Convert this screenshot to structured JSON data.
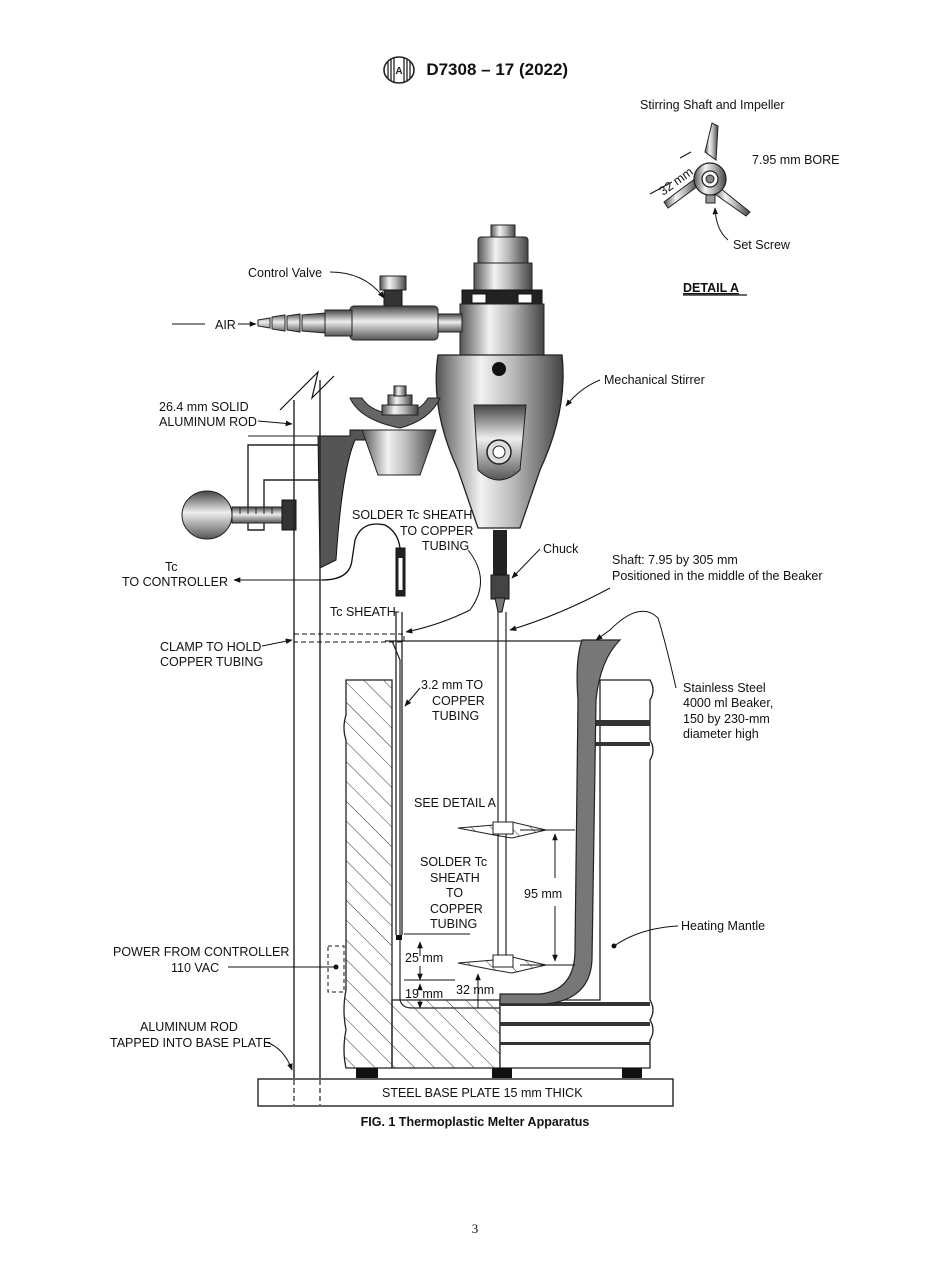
{
  "header": {
    "logo": "astm-logo",
    "doc_id": "D7308 – 17 (2022)"
  },
  "figure": {
    "caption": "FIG. 1 Thermoplastic Melter Apparatus",
    "detail": {
      "title": "Stirring Shaft and Impeller",
      "dim": "32 mm",
      "bore": "7.95 mm BORE",
      "set_screw": "Set Screw",
      "label": "DETAIL A"
    },
    "labels": {
      "control_valve": "Control Valve",
      "air": "AIR",
      "rod_1": "26.4 mm SOLID",
      "rod_2": "ALUMINUM ROD",
      "mech_stirrer": "Mechanical Stirrer",
      "solder_1": "SOLDER Tc SHEATH",
      "solder_2": "TO COPPER",
      "solder_3": "TUBING",
      "tc_1": "Tc",
      "tc_2": "TO CONTROLLER",
      "chuck": "Chuck",
      "shaft_1": "Shaft: 7.95 by 305 mm",
      "shaft_2": "Positioned in the middle of the Beaker",
      "tc_sheath": "Tc SHEATH",
      "clamp_1": "CLAMP TO HOLD",
      "clamp_2": "COPPER TUBING",
      "tube_1": "3.2 mm TO",
      "tube_2": "COPPER",
      "tube_3": "TUBING",
      "beaker_1": "Stainless Steel",
      "beaker_2": "4000 ml Beaker,",
      "beaker_3": "150 by 230-mm",
      "beaker_4": "diameter high",
      "see_detail": "SEE DETAIL A",
      "solder2_1": "SOLDER Tc",
      "solder2_2": "SHEATH",
      "solder2_3": "TO",
      "solder2_4": "COPPER",
      "solder2_5": "TUBING",
      "dim_95": "95 mm",
      "heating_mantle": "Heating Mantle",
      "power_1": "POWER FROM CONTROLLER",
      "power_2": "110 VAC",
      "dim_25": "25 mm",
      "dim_19": "19 mm",
      "dim_32": "32 mm",
      "alrod_1": "ALUMINUM ROD",
      "alrod_2": "TAPPED INTO BASE PLATE",
      "base_plate": "STEEL BASE PLATE 15 mm THICK"
    }
  },
  "page_number": "3"
}
